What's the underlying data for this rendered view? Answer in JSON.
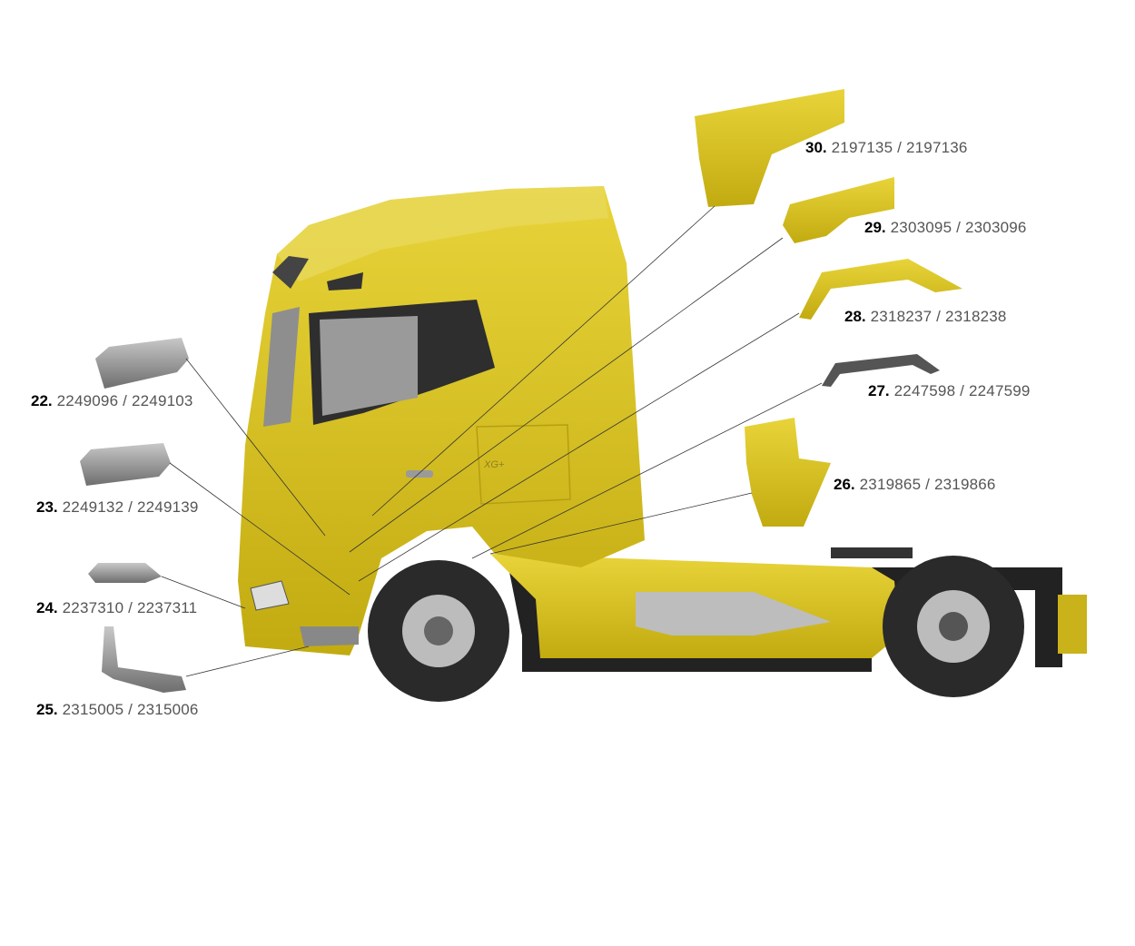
{
  "badge": "XG+",
  "parts": [
    {
      "num": "22.",
      "part_numbers": "2249096 / 2249103"
    },
    {
      "num": "23.",
      "part_numbers": "2249132 / 2249139"
    },
    {
      "num": "24.",
      "part_numbers": "2237310 / 2237311"
    },
    {
      "num": "25.",
      "part_numbers": "2315005 / 2315006"
    },
    {
      "num": "26.",
      "part_numbers": "2319865 / 2319866"
    },
    {
      "num": "27.",
      "part_numbers": "2247598 / 2247599"
    },
    {
      "num": "28.",
      "part_numbers": "2318237 / 2318238"
    },
    {
      "num": "29.",
      "part_numbers": "2303095 / 2303096"
    },
    {
      "num": "30.",
      "part_numbers": "2197135 / 2197136"
    }
  ],
  "colors": {
    "body": "#d9c21a",
    "body_dark": "#a8930c",
    "metal": "#9a9a9a",
    "tyre": "#2a2a2a"
  }
}
